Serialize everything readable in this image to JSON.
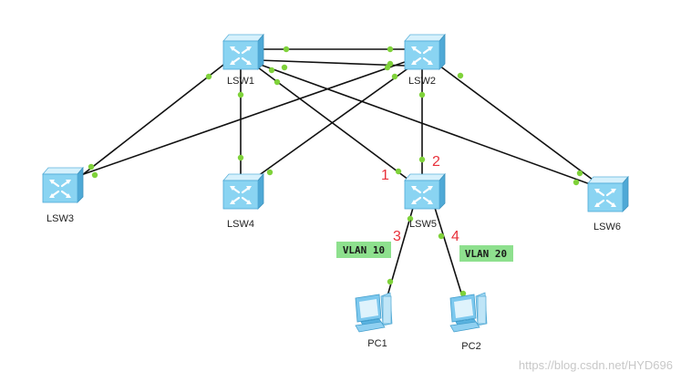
{
  "topology": {
    "devices": [
      {
        "id": "lsw1",
        "label": "LSW1",
        "type": "switch"
      },
      {
        "id": "lsw2",
        "label": "LSW2",
        "type": "switch"
      },
      {
        "id": "lsw3",
        "label": "LSW3",
        "type": "switch"
      },
      {
        "id": "lsw4",
        "label": "LSW4",
        "type": "switch"
      },
      {
        "id": "lsw5",
        "label": "LSW5",
        "type": "switch"
      },
      {
        "id": "lsw6",
        "label": "LSW6",
        "type": "switch"
      },
      {
        "id": "pc1",
        "label": "PC1",
        "type": "pc"
      },
      {
        "id": "pc2",
        "label": "PC2",
        "type": "pc"
      }
    ],
    "links": [
      {
        "from": "lsw1",
        "to": "lsw2"
      },
      {
        "from": "lsw1",
        "to": "lsw2"
      },
      {
        "from": "lsw1",
        "to": "lsw3"
      },
      {
        "from": "lsw1",
        "to": "lsw4"
      },
      {
        "from": "lsw1",
        "to": "lsw5"
      },
      {
        "from": "lsw1",
        "to": "lsw6"
      },
      {
        "from": "lsw2",
        "to": "lsw3"
      },
      {
        "from": "lsw2",
        "to": "lsw4"
      },
      {
        "from": "lsw2",
        "to": "lsw5"
      },
      {
        "from": "lsw2",
        "to": "lsw6"
      },
      {
        "from": "lsw5",
        "to": "pc1"
      },
      {
        "from": "lsw5",
        "to": "pc2"
      }
    ],
    "port_numbers": [
      "1",
      "2",
      "3",
      "4"
    ],
    "vlan_tags": [
      "VLAN 10",
      "VLAN 20"
    ],
    "colors": {
      "link": "#111111",
      "port": "#7fd23a",
      "port_number": "#e8303a",
      "vlan_tag": "#8ee08e",
      "switch_body": "#8ad4f2",
      "pc_body": "#7cc8ee"
    }
  },
  "watermark": "https://blog.csdn.net/HYD696"
}
